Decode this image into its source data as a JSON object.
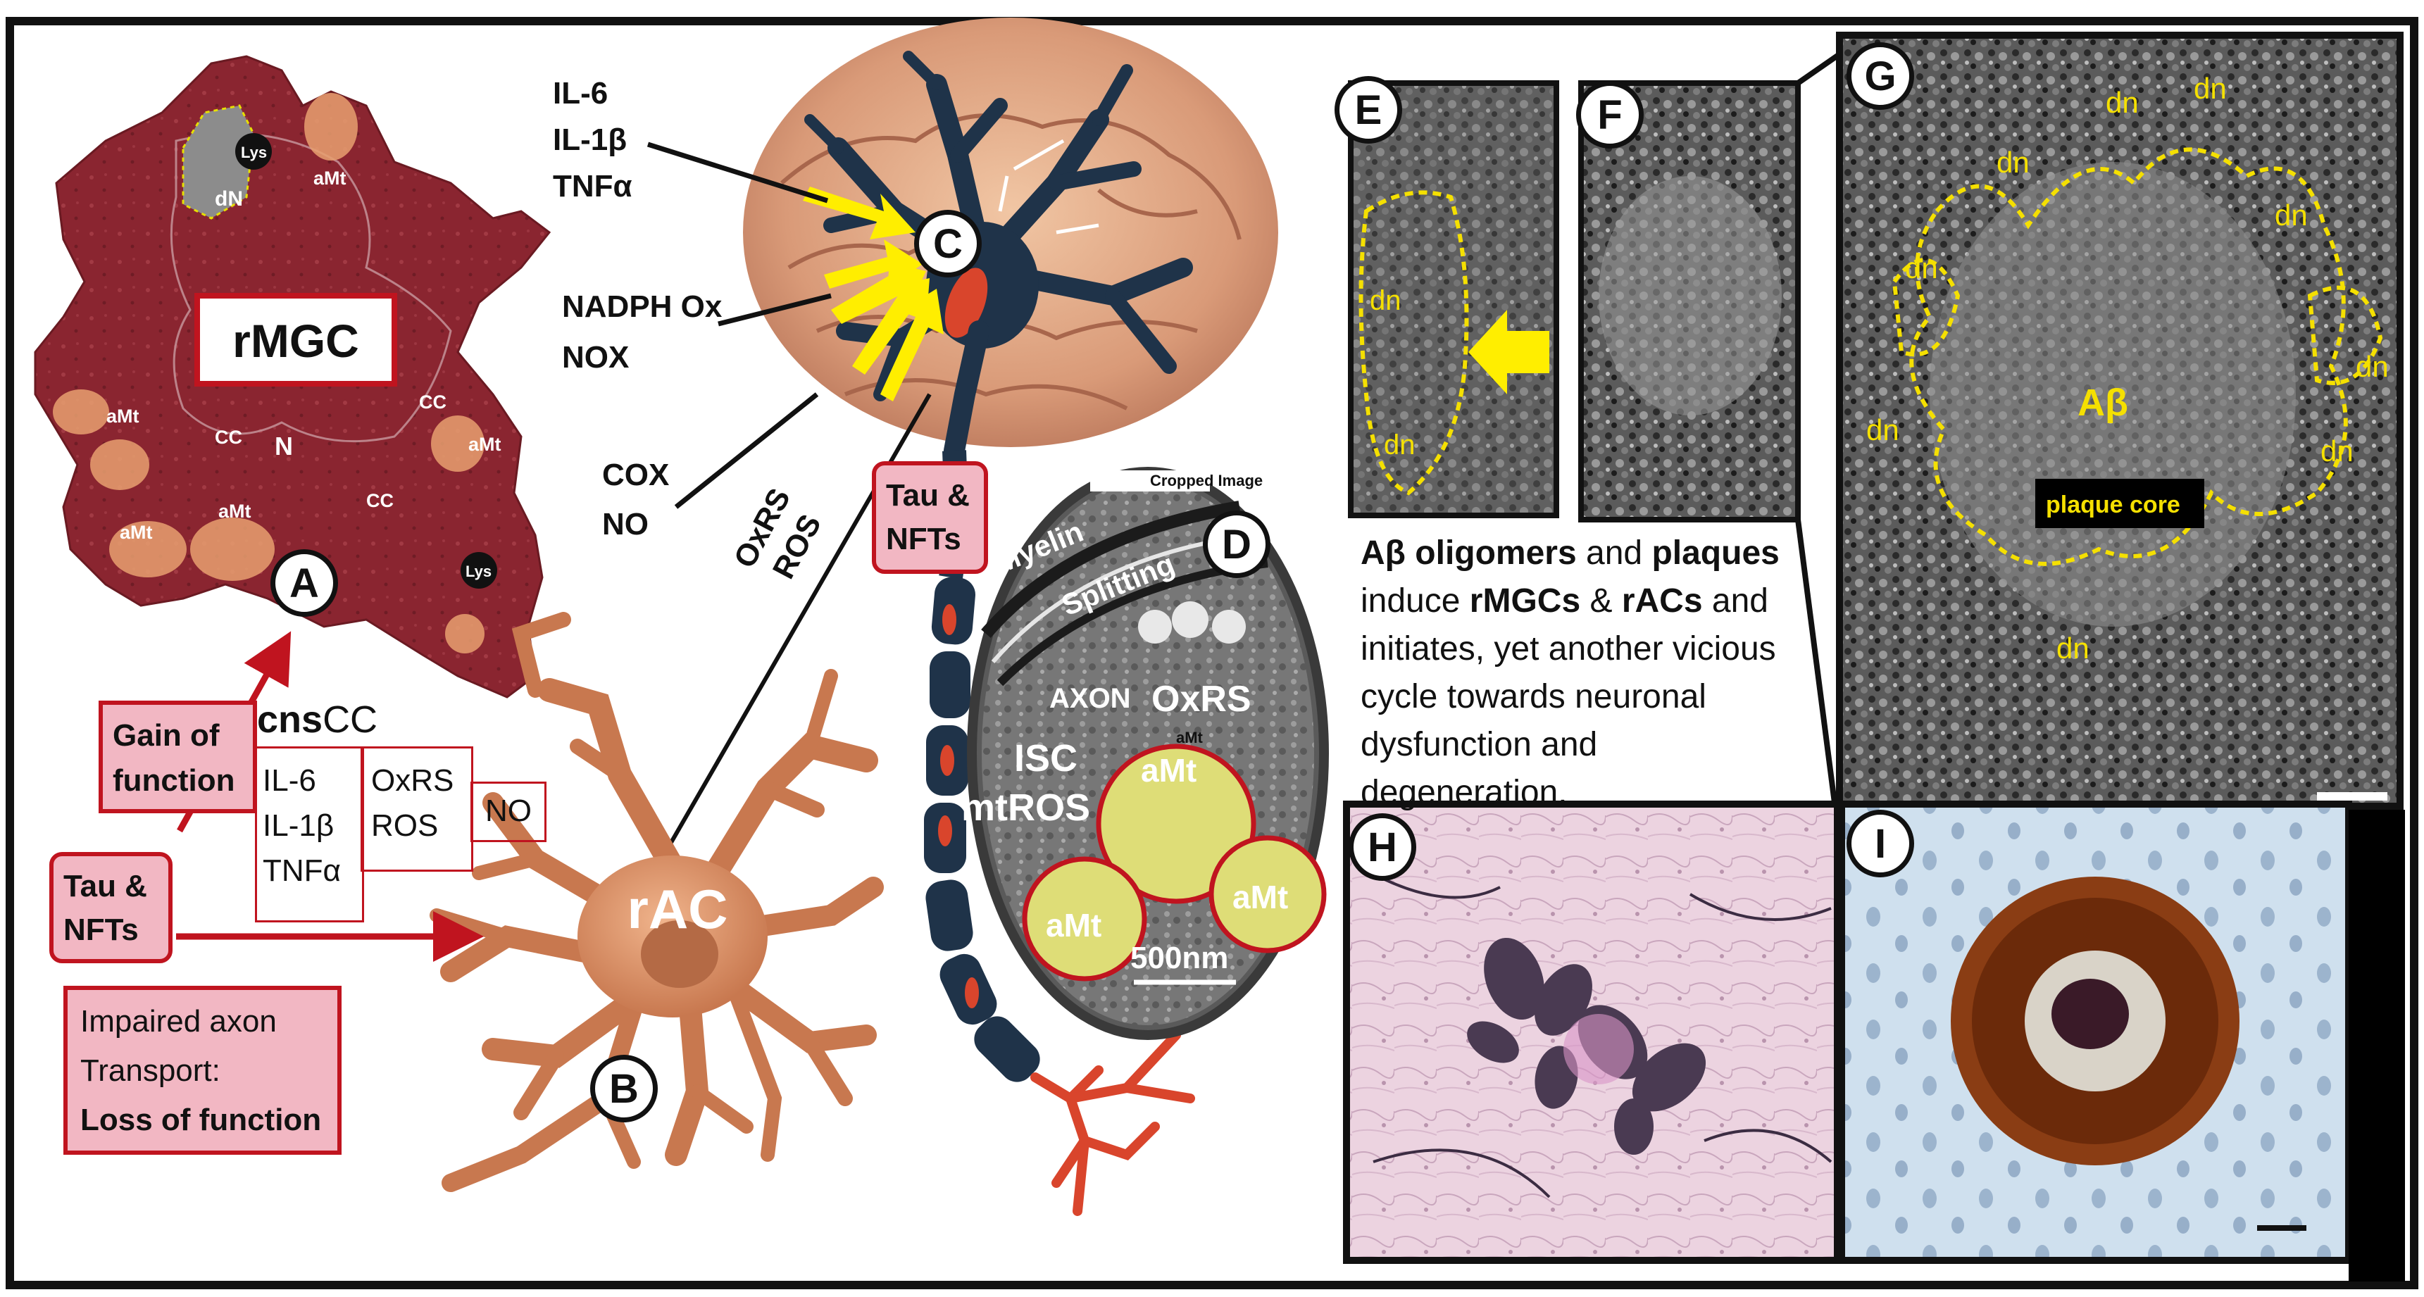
{
  "panels": {
    "A": {
      "letter": "A",
      "cell_label": "rMGC",
      "organelles": [
        "dN",
        "Lys",
        "aMt",
        "aMt",
        "CC",
        "N",
        "CC",
        "aMt",
        "aMt",
        "aMt",
        "CC",
        "Lys",
        "CC",
        "aMt"
      ]
    },
    "B": {
      "letter": "B",
      "cell_label": "rAC"
    },
    "C": {
      "letter": "C",
      "cytokines": [
        "IL-6",
        "IL-1β",
        "TNFα"
      ],
      "nadph": [
        "NADPH Ox",
        "NOX"
      ],
      "cox": [
        "COX",
        "NO"
      ],
      "axon_label": [
        "OxRS",
        "ROS"
      ],
      "tau_box": "Tau & NFTs"
    },
    "D": {
      "letter": "D",
      "cropped": "Cropped Image",
      "myelin": "Myelin",
      "splitting": "Splitting",
      "axon": "AXON",
      "oxrs": "OxRS",
      "isc": "ISC",
      "mtros": "mtROS",
      "amt": [
        "aMt",
        "aMt",
        "aMt",
        "aMt"
      ],
      "scale": "500nm"
    },
    "E": {
      "letter": "E",
      "dn": [
        "dn",
        "dn"
      ]
    },
    "F": {
      "letter": "F"
    },
    "G": {
      "letter": "G",
      "dn": [
        "dn",
        "dn",
        "dn",
        "dn",
        "dn",
        "dn",
        "dn",
        "dn",
        "dn"
      ],
      "abeta": "Aβ",
      "plaque_core": "plaque core"
    },
    "H": {
      "letter": "H"
    },
    "I": {
      "letter": "I"
    }
  },
  "left_boxes": {
    "gain": [
      "Gain of",
      "function"
    ],
    "cnscc_bold": "cns",
    "cnscc_rest": "CC",
    "cytokines": [
      "IL-6",
      "IL-1β",
      "TNFα"
    ],
    "oxrs": [
      "OxRS",
      "ROS"
    ],
    "no": "NO",
    "tau": [
      "Tau &",
      "NFTs"
    ],
    "impaired": [
      "Impaired axon",
      "Transport:"
    ],
    "loss": "Loss of function"
  },
  "summary": {
    "b1": "Aβ oligomers",
    "t1": " and ",
    "b2": "plaques",
    "t2": " induce ",
    "b3": "rMGCs",
    "t3": " & ",
    "b4": "rACs",
    "t4": " and initiates, yet another vicious cycle towards neuronal dysfunction and degeneration."
  },
  "colors": {
    "frame": "#111111",
    "microglia": "#8a2530",
    "astrocyte": "#d89068",
    "neuron": "#1f3349",
    "accent_red": "#c0141f",
    "pink_fill": "#f2b7c3",
    "arrow_yellow": "#ffee00",
    "plaque_outline": "#f5e000",
    "mito_yellow": "#dedd77"
  }
}
